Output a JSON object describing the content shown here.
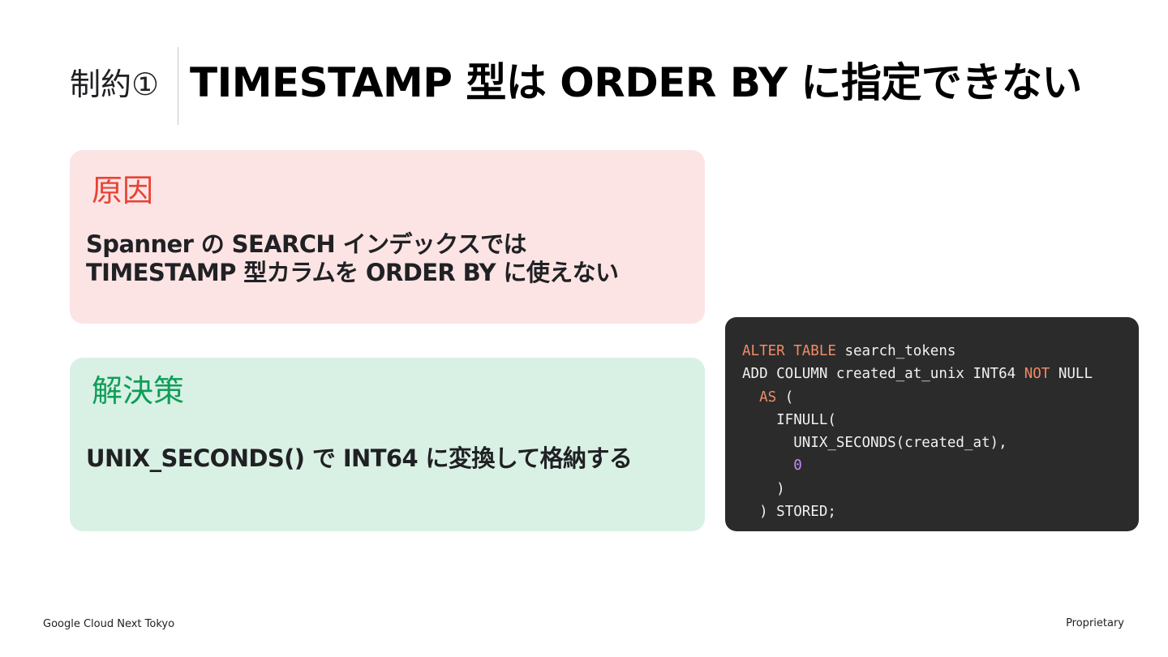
{
  "header": {
    "label": "制約①",
    "title": "TIMESTAMP 型は ORDER BY に指定できない"
  },
  "cause": {
    "heading": "原因",
    "lines": [
      "Spanner の SEARCH インデックスでは",
      "TIMESTAMP 型カラムを ORDER BY に使えない"
    ]
  },
  "solution": {
    "heading": "解決策",
    "body": "UNIX_SECONDS() で INT64 に変換して格納する"
  },
  "code": {
    "lines": [
      [
        {
          "t": "ALTER TABLE",
          "k": "kw"
        },
        {
          "t": " search_tokens",
          "k": ""
        }
      ],
      [
        {
          "t": "ADD COLUMN created_at_unix INT64 ",
          "k": ""
        },
        {
          "t": "NOT",
          "k": "kw"
        },
        {
          "t": " NULL",
          "k": ""
        }
      ],
      [
        {
          "t": "  ",
          "k": ""
        },
        {
          "t": "AS",
          "k": "kw"
        },
        {
          "t": " (",
          "k": ""
        }
      ],
      [
        {
          "t": "    IFNULL(",
          "k": ""
        }
      ],
      [
        {
          "t": "      UNIX_SECONDS(created_at),",
          "k": ""
        }
      ],
      [
        {
          "t": "      ",
          "k": ""
        },
        {
          "t": "0",
          "k": "num"
        }
      ],
      [
        {
          "t": "    )",
          "k": ""
        }
      ],
      [
        {
          "t": "  ) STORED;",
          "k": ""
        }
      ]
    ],
    "colors": {
      "background": "#2b2b2b",
      "text": "#f1f1f1",
      "keyword": "#f28b66",
      "number": "#c58af9"
    }
  },
  "footer": {
    "left": "Google Cloud Next Tokyo",
    "right": "Proprietary"
  },
  "colors": {
    "cause_bg": "#fce4e4",
    "cause_heading": "#e94235",
    "solution_bg": "#d9f1e4",
    "solution_heading": "#0f9d58"
  }
}
